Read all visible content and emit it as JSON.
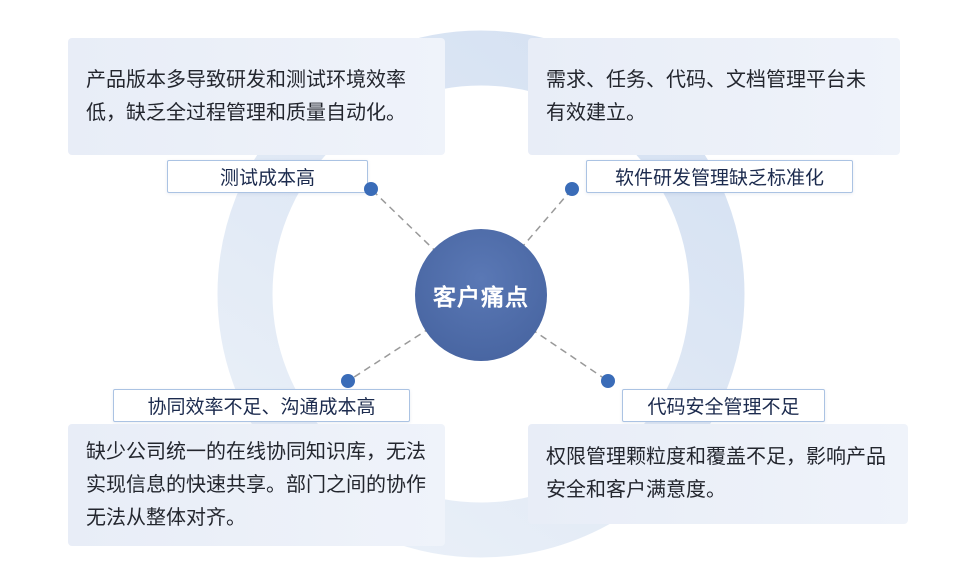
{
  "center": {
    "label": "客户痛点"
  },
  "quadrants": {
    "top_left": {
      "label": "测试成本高",
      "description": "产品版本多导致研发和测试环境效率低，缺乏全过程管理和质量自动化。"
    },
    "top_right": {
      "label": "软件研发管理缺乏标准化",
      "description": "需求、任务、代码、文档管理平台未有效建立。"
    },
    "bottom_left": {
      "label": "协同效率不足、沟通成本高",
      "description": "缺少公司统一的在线协同知识库，无法实现信息的快速共享。部门之间的协作无法从整体对齐。"
    },
    "bottom_right": {
      "label": "代码安全管理不足",
      "description": "权限管理颗粒度和覆盖不足，影响产品安全和客户满意度。"
    }
  },
  "colors": {
    "ring_dark": "#d5e1f2",
    "ring_light": "#eaf0f8",
    "circle_light": "#5a78b5",
    "circle_dark": "#45629e",
    "dot": "#3a6cb8",
    "dash_line": "#999999",
    "description_bg": "#e8edf7",
    "description_bg_light": "#eff3fa",
    "description_text": "#23262e",
    "label_bg": "#ffffff",
    "label_border": "#abc3e3",
    "label_text": "#1c2b4e"
  }
}
